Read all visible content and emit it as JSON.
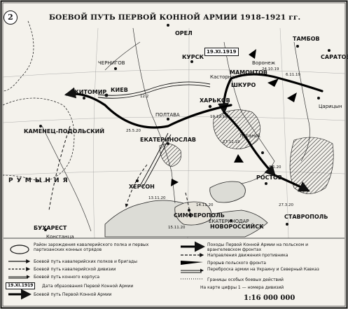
{
  "map": {
    "number": "2",
    "title": "БОЕВОЙ ПУТЬ ПЕРВОЙ КОННОЙ АРМИИ 1918–1921 гг.",
    "scale": "1:16 000 000",
    "formation_box": "19.XI.1919",
    "cities": {
      "orel": "ОРЕЛ",
      "tambov": "ТАМБОВ",
      "saratov": "САРАТОВ",
      "kursk": "КУРСК",
      "chernigov": "ЧЕРНИГОВ",
      "kiev": "КИЕВ",
      "kharkov": "ХАРЬКОВ",
      "poltava": "ПОЛТАВА",
      "zhitomir": "ЖИТОМИР",
      "kamenets": "КАМЕНЕЦ-ПОДОЛЬСКИЙ",
      "ekaterinoslav": "ЕКАТЕРИНОСЛАВ",
      "kherson": "ХЕРСОН",
      "simferopol": "СИМФЕРОПОЛЬ",
      "novorossiysk": "НОВОРОССИЙСК",
      "ekaterinodar": "ЕКАТЕРИНОДАР",
      "stavropol": "СТАВРОПОЛЬ",
      "tsaritsyn": "Царицын",
      "rostov": "РОСТОВ",
      "bucharest": "БУХАРЕСТ",
      "konstantsa": "Констанца",
      "lugansk": "Луганск",
      "voronezh": "Воронеж",
      "kasatorny": "Касторная",
      "romania": "Р У М Ы Н И Я",
      "mamantov": "МАМОНТОВ",
      "shkuro": "ШКУРО"
    },
    "dates": {
      "d1": "25.5.20",
      "d2": "12.2",
      "d3": "19.12.19",
      "d4": "27.12.19",
      "d5": "8.1.20",
      "d6": "27.3.20",
      "d7": "15.11.20",
      "d8": "13.11.20",
      "d9": "14.11.20",
      "d10": "24.10.19",
      "d11": "6.11.19"
    },
    "legend": {
      "l1": "Район зарождения кавалерийского полка и первых партизанских конных отрядов",
      "l2": "Боевой путь кавалерийских полков и бригады",
      "l3": "Боевой путь кавалерийской дивизии",
      "l4": "Боевой путь конного корпуса",
      "l5": "Дата образования Первой Конной Армии",
      "l6": "Боевой путь Первой Конной Армии",
      "r1": "Походы Первой Конной Армии на польском и врангелевском фронтах",
      "r2": "Направления движения противника",
      "r3": "Прорыв польского фронта",
      "r4": "Переброска армии на Украину и Северный Кавказ",
      "r5": "Границы особых боевых действий",
      "r6": "На карте цифры 1 — номера дивизий"
    }
  }
}
